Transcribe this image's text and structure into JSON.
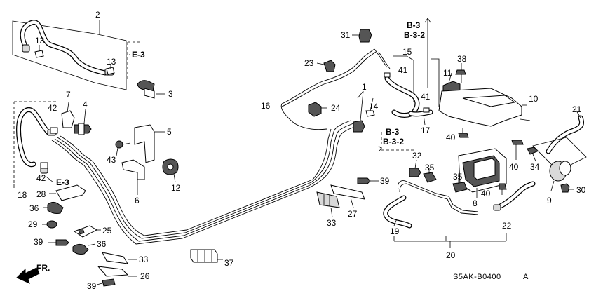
{
  "callouts": [
    {
      "id": "c2",
      "label": "2"
    },
    {
      "id": "c13a",
      "label": "13"
    },
    {
      "id": "c13b",
      "label": "13"
    },
    {
      "id": "c3",
      "label": "3"
    },
    {
      "id": "c7",
      "label": "7"
    },
    {
      "id": "c4",
      "label": "4"
    },
    {
      "id": "c42a",
      "label": "42"
    },
    {
      "id": "c42b",
      "label": "42"
    },
    {
      "id": "c18",
      "label": "18"
    },
    {
      "id": "c5",
      "label": "5"
    },
    {
      "id": "c43",
      "label": "43"
    },
    {
      "id": "c6",
      "label": "6"
    },
    {
      "id": "c12",
      "label": "12"
    },
    {
      "id": "c28",
      "label": "28"
    },
    {
      "id": "c36a",
      "label": "36"
    },
    {
      "id": "c29",
      "label": "29"
    },
    {
      "id": "c25",
      "label": "25"
    },
    {
      "id": "c39a",
      "label": "39"
    },
    {
      "id": "c36b",
      "label": "36"
    },
    {
      "id": "c33a",
      "label": "33"
    },
    {
      "id": "c26",
      "label": "26"
    },
    {
      "id": "c39b",
      "label": "39"
    },
    {
      "id": "c37",
      "label": "37"
    },
    {
      "id": "c16",
      "label": "16"
    },
    {
      "id": "c24",
      "label": "24"
    },
    {
      "id": "c1",
      "label": "1"
    },
    {
      "id": "c14",
      "label": "14"
    },
    {
      "id": "c23",
      "label": "23"
    },
    {
      "id": "c31",
      "label": "31"
    },
    {
      "id": "c15",
      "label": "15"
    },
    {
      "id": "c41a",
      "label": "41"
    },
    {
      "id": "c41b",
      "label": "41"
    },
    {
      "id": "c17",
      "label": "17"
    },
    {
      "id": "c38",
      "label": "38"
    },
    {
      "id": "c11",
      "label": "11"
    },
    {
      "id": "c10",
      "label": "10"
    },
    {
      "id": "c40a",
      "label": "40"
    },
    {
      "id": "c40b",
      "label": "40"
    },
    {
      "id": "c40c",
      "label": "40"
    },
    {
      "id": "c21",
      "label": "21"
    },
    {
      "id": "c34",
      "label": "34"
    },
    {
      "id": "c9",
      "label": "9"
    },
    {
      "id": "c30",
      "label": "30"
    },
    {
      "id": "c32",
      "label": "32"
    },
    {
      "id": "c35a",
      "label": "35"
    },
    {
      "id": "c35b",
      "label": "35"
    },
    {
      "id": "c8",
      "label": "8"
    },
    {
      "id": "c39c",
      "label": "39"
    },
    {
      "id": "c27",
      "label": "27"
    },
    {
      "id": "c33b",
      "label": "33"
    },
    {
      "id": "c19",
      "label": "19"
    },
    {
      "id": "c20",
      "label": "20"
    },
    {
      "id": "c22",
      "label": "22"
    }
  ],
  "references": {
    "e3_top": "E-3",
    "e3_left": "E-3",
    "b3_top": "B-3",
    "b32_top": "B-3-2",
    "b3_mid": "B-3",
    "b32_mid": "B-3-2"
  },
  "direction_label": "FR.",
  "diagram_code": "S5AK-B0400",
  "revision_mark": "A"
}
